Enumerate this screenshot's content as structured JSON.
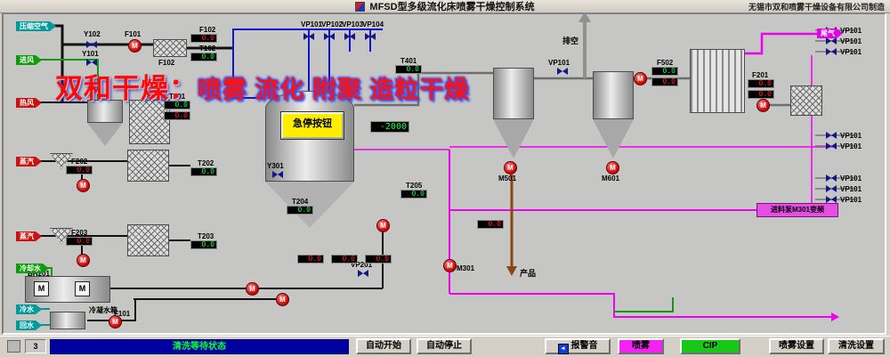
{
  "title_bar": {
    "title": "MFSD型多级流化床喷雾干燥控制系统",
    "company": "无锡市双和喷雾干燥设备有限公司制造"
  },
  "watermark": {
    "part1": "双和干燥：",
    "part2": "喷雾 流化 附聚 造粒干燥"
  },
  "estop_label": "急停按钮",
  "pump_m": "M",
  "inlet_tags": [
    {
      "label": "压缩空气"
    },
    {
      "label": "进风"
    },
    {
      "label": "热风"
    },
    {
      "label": "蒸汽"
    },
    {
      "label": "蒸汽"
    },
    {
      "label": "冷却水"
    },
    {
      "label": "冷水"
    },
    {
      "label": "回水"
    }
  ],
  "top_valves": [
    {
      "label": "VP101"
    },
    {
      "label": "VP102"
    },
    {
      "label": "VP103"
    },
    {
      "label": "VP104"
    }
  ],
  "right_valves": [
    {
      "label": "VP101"
    },
    {
      "label": "VP101"
    },
    {
      "label": "VP101"
    },
    {
      "label": "VP101"
    },
    {
      "label": "VP101"
    },
    {
      "label": "VP101"
    },
    {
      "label": "VP101"
    },
    {
      "label": "VP101"
    }
  ],
  "labels": {
    "Y102": "Y102",
    "Y101": "Y101",
    "F101": "F101",
    "F102": "F102",
    "T102": "T102",
    "T201": "T201",
    "T202": "T202",
    "T203": "T203",
    "T204": "T204",
    "T205": "T205",
    "T401": "T401",
    "F201": "F201",
    "F202": "F202",
    "F203": "F203",
    "F502": "F502",
    "M501": "M501",
    "M601": "M601",
    "M301": "M301",
    "Y301": "Y301",
    "VP201": "VP201",
    "VP101_duct": "VP101",
    "paikong": "排空",
    "weiqi": "尾气",
    "chanpin": "产品",
    "BH201": "BH201",
    "lengningshuixiang": "冷凝水箱",
    "F101b": "F101",
    "feedbox": "进料泵M301变频"
  },
  "displays": {
    "d_f102": "0.0",
    "d_t102": "0.0",
    "d_t201a": "0.0",
    "d_t201b": "0.0",
    "d_t202": "0.0",
    "d_t203": "0.0",
    "d_t204": "0.0",
    "d_t205": "0.0",
    "d_t401": "0.0",
    "d_center": "-2000",
    "d_f202": "0.0",
    "d_f203": "0.0",
    "d_f502a": "0.0",
    "d_f502b": "0.0",
    "d_f201a": "0.0",
    "d_f201b": "0.0",
    "d_b1": "0.0",
    "d_b2": "0.0",
    "d_b3": "0.0",
    "d_m501": "0.0"
  },
  "status_bar": {
    "counter": "3",
    "status": "清洗等待状态"
  },
  "buttons": {
    "auto_start": "自动开始",
    "auto_stop": "自动停止",
    "alarm": "报警音",
    "spray": "喷雾",
    "cip": "CIP",
    "spray_set": "喷雾设置",
    "clean_set": "清洗设置"
  }
}
